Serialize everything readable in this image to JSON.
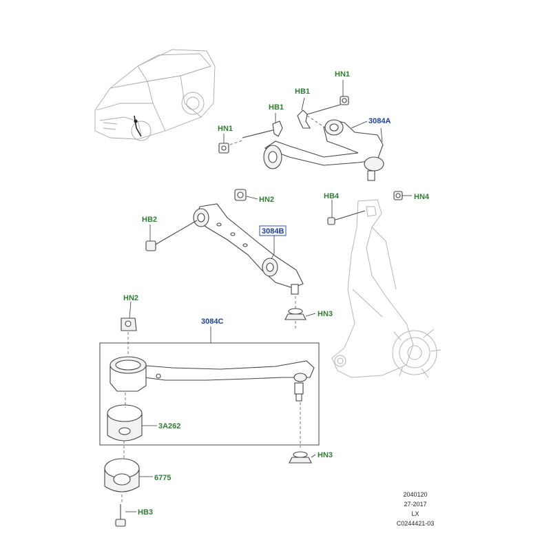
{
  "labels": {
    "hn1_top": "HN1",
    "hb1_right": "HB1",
    "hb1_left": "HB1",
    "hn1_left": "HN1",
    "arm_3084a": "3084A",
    "hn2_top": "HN2",
    "hb2": "HB2",
    "arm_3084b": "3084B",
    "hb4": "HB4",
    "hn4": "HN4",
    "hn2_left": "HN2",
    "hn3_mid": "HN3",
    "arm_3084c": "3084C",
    "bush_3a262": "3A262",
    "bush_6775": "6775",
    "hn3_low": "HN3",
    "hb3": "HB3"
  },
  "reference": {
    "line1": "2040120",
    "line2": "27-2017",
    "line3": "LX",
    "line4": "C0244421-03"
  },
  "colors": {
    "part_label": "#2e7d32",
    "assembly_label": "#1a3fa0",
    "line_art": "#444444",
    "ghost_art": "#b5b5b5"
  }
}
